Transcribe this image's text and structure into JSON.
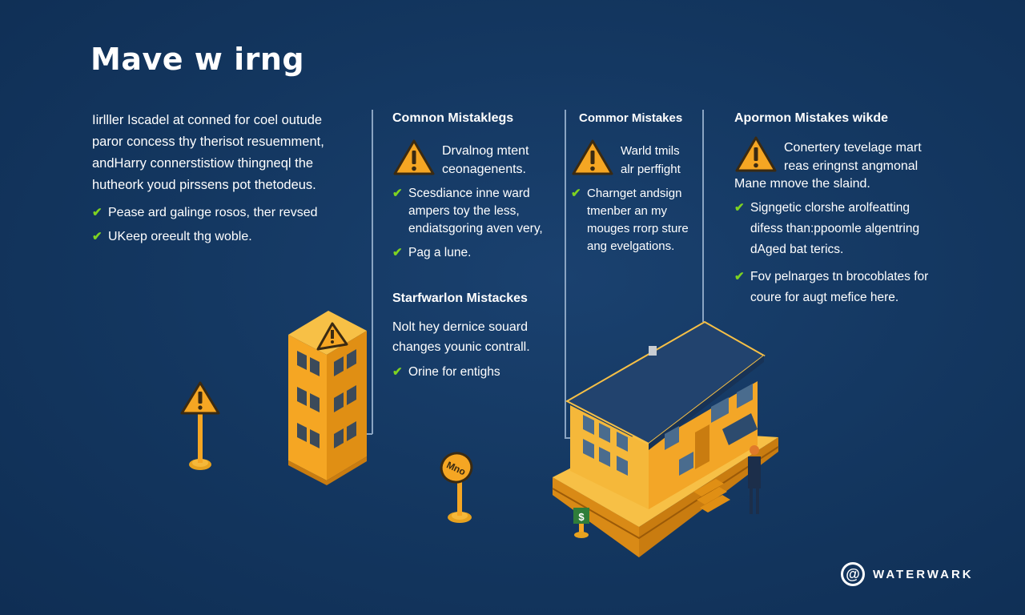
{
  "title": "Mave w irng",
  "intro": {
    "lines": [
      "Iirlller Iscadel at conned for coel outude",
      "paror concess thy therisot resuemment,",
      "andHarry connerstistiow thingneql the",
      "hutheork youd pirssens pot thetodeus."
    ],
    "checks": [
      "Pease ard galinge rosos, ther revsed",
      "UKeep oreeult thg woble."
    ]
  },
  "cards": [
    {
      "title": "Comnon Mistaklegs",
      "warn_lines": [
        "Drvalnog mtent",
        "ceonagenents."
      ],
      "checks": [
        "Scesdiance inne ward ampers toy the less, endiatsgoring aven very,",
        "Pag a lune."
      ]
    },
    {
      "title": "Starfwarlon Mistackes",
      "body_lines": [
        "Nolt hey dernice souard",
        "changes younic contrall."
      ],
      "checks": [
        "Orine for entighs"
      ]
    },
    {
      "title": "Commor Mistakes",
      "warn_lines": [
        "Warld tmils",
        "alr perffight"
      ],
      "checks": [
        "Charnget andsign tmenber an my mouges rrorp sture ang evelgations."
      ]
    },
    {
      "title": "Apormon Mistakes wikde",
      "warn_lines": [
        "Conertery tevelage mart",
        "reas eringnst angmonal"
      ],
      "body_line": "Mane mnove the slaind.",
      "checks": [
        "Signgetic clorshe arolfeatting difess than:ppoomle algentring dAged bat terics.",
        "Fov pelnarges tn brocoblates for coure for augt mefice here."
      ]
    }
  ],
  "sign_text": "Mno",
  "dollar_sign": "$",
  "watermark": {
    "icon": "@",
    "text": "WATERWARK"
  },
  "colors": {
    "background": "#13365f",
    "accent_orange": "#f5a623",
    "check_green": "#7ed321",
    "roof": "#22436e"
  },
  "icons": [
    "warning-icon",
    "check-icon",
    "watermark-logo-icon"
  ]
}
